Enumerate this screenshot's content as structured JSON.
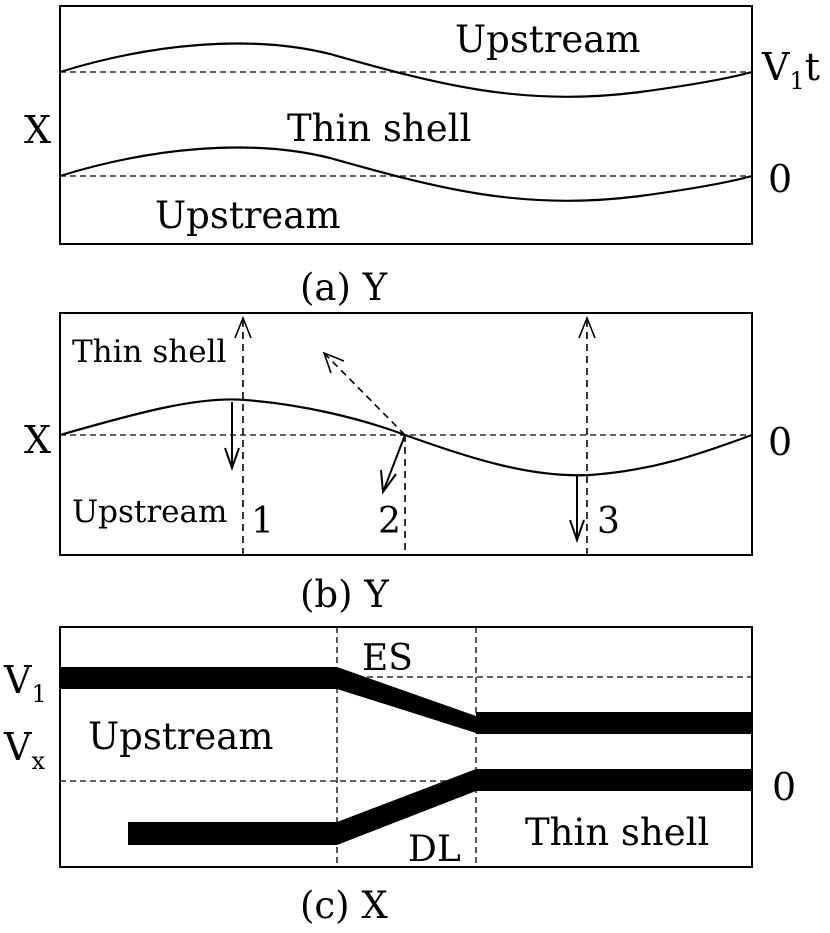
{
  "panel_a": {
    "upper_region_label": "Upstream",
    "middle_region_label": "Thin shell",
    "lower_region_label": "Upstream",
    "left_axis_label": "X",
    "upper_level_label": "V",
    "upper_level_subscript": "1",
    "upper_level_suffix": "t",
    "lower_level_label": "0",
    "caption": "(a) Y"
  },
  "panel_b": {
    "upper_region_label": "Thin shell",
    "lower_region_label": "Upstream",
    "left_axis_label": "X",
    "right_level_label": "0",
    "marker_labels": [
      "1",
      "2",
      "3"
    ],
    "caption": "(b) Y"
  },
  "panel_c": {
    "left_label_top": "V",
    "left_label_top_subscript": "1",
    "left_label_bottom": "V",
    "left_label_bottom_subscript": "x",
    "region_left_label": "Upstream",
    "region_right_label": "Thin shell",
    "upper_zone_label": "ES",
    "lower_zone_label": "DL",
    "right_level_label": "0",
    "caption": "(c) X"
  }
}
